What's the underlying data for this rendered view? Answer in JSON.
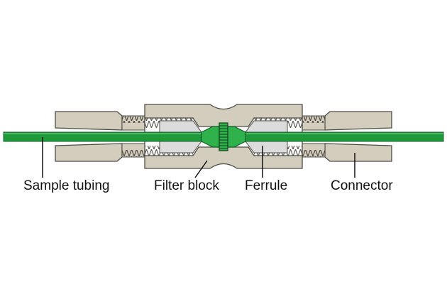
{
  "labels": {
    "sample_tubing": "Sample tubing",
    "filter_block": "Filter block",
    "ferrule": "Ferrule",
    "connector": "Connector"
  },
  "colors": {
    "metal": "#d2cdbd",
    "metal_shadow": "#a9a493",
    "outline": "#4e4b44",
    "tubing": "#1f9a3a",
    "tubing_outline": "#14622a",
    "ferrule": "#dcdcdc",
    "filter_disc": "#2fb14c"
  }
}
